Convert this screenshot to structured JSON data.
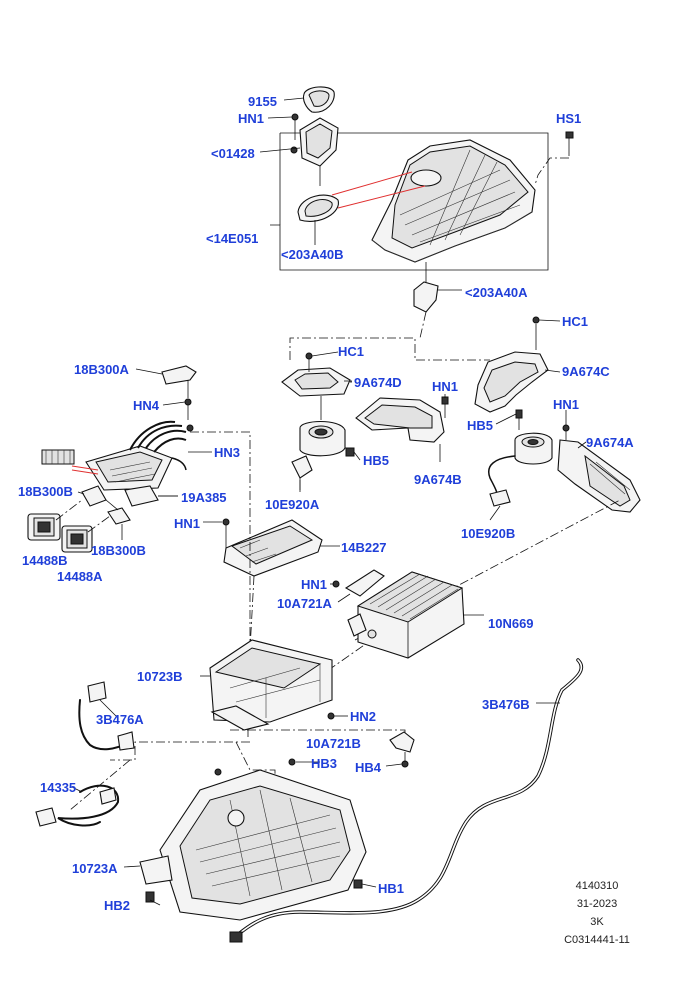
{
  "labels": {
    "p9155": "9155",
    "hn1_a": "HN1",
    "p01428": "<01428",
    "p14e051": "<14E051",
    "p203a40b": "<203A40B",
    "hs1": "HS1",
    "p203a40a": "<203A40A",
    "hc1_a": "HC1",
    "hc1_b": "HC1",
    "p9a674d": "9A674D",
    "p9a674c": "9A674C",
    "p18b300a": "18B300A",
    "hn4": "HN4",
    "hn3": "HN3",
    "hn1_b": "HN1",
    "hn1_c": "HN1",
    "hb5_a": "HB5",
    "hb5_b": "HB5",
    "p9a674a": "9A674A",
    "p9a674b": "9A674B",
    "p18b300b_a": "18B300B",
    "p19a385": "19A385",
    "p10e920a": "10E920A",
    "p10e920b": "10E920B",
    "hn1_d": "HN1",
    "p14b227": "14B227",
    "p14488b": "14488B",
    "p18b300b_b": "18B300B",
    "p14488a": "14488A",
    "hn1_e": "HN1",
    "p10a721a": "10A721A",
    "p10n669": "10N669",
    "p10723b": "10723B",
    "p3b476b": "3B476B",
    "p3b476a": "3B476A",
    "hn2": "HN2",
    "p10a721b": "10A721B",
    "hb3": "HB3",
    "hb4": "HB4",
    "p14335": "14335",
    "p10723a": "10723A",
    "hb1": "HB1",
    "hb2": "HB2"
  },
  "reference": {
    "line1": "4140310",
    "line2": "31-2023",
    "line3": "3K",
    "line4": "C0314441-11"
  },
  "colors": {
    "label": "#1f3fd9",
    "leader": "#111111",
    "highlight": "#e03030"
  }
}
